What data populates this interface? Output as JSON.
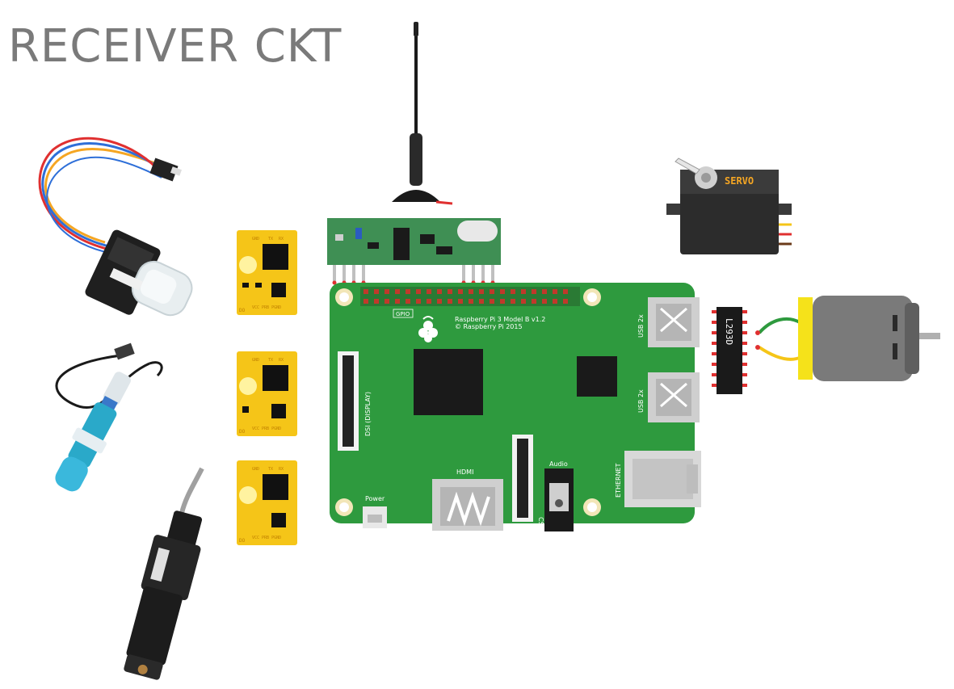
{
  "title": "RECEIVER CKT",
  "board": {
    "model": "Raspberry Pi 3 Model B v1.2",
    "copyright": "© Raspberry Pi 2015",
    "gpio": "GPIO",
    "dsi": "DSI (DISPLAY)",
    "csi": "CSI (CAMERA)",
    "hdmi": "HDMI",
    "audio": "Audio",
    "power": "Power",
    "ethernet": "ETHERNET",
    "usb_top": "USB 2x",
    "usb_bottom": "USB 2x"
  },
  "servo": {
    "label": "SERVO"
  },
  "driver": {
    "label": "L293D"
  },
  "converter": {
    "top_pins": [
      "GND",
      "TX",
      "RX"
    ],
    "bottom_pins": [
      "VCC",
      "PRB",
      "PGND"
    ],
    "side": "DO"
  },
  "colors": {
    "pcb": "#2e9a3e",
    "yellow": "#f5c518",
    "servo_label": "#f5a623",
    "title": "#7a7a7a"
  }
}
